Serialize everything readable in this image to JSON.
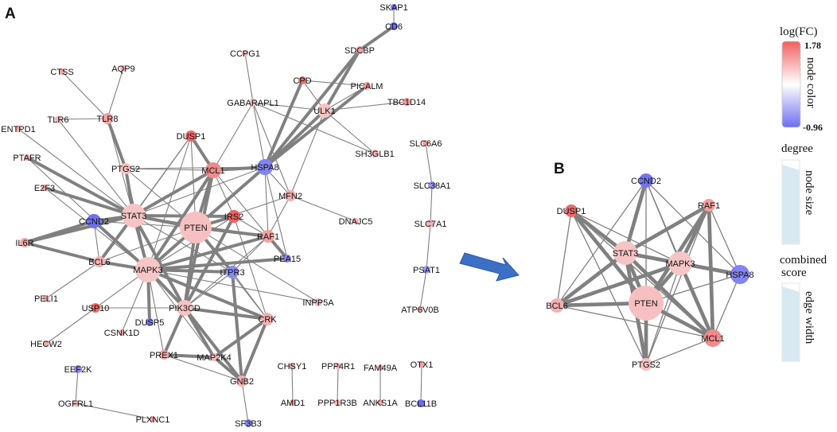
{
  "panels": {
    "a": "A",
    "b": "B"
  },
  "legend": {
    "color_title": "log(FC)",
    "color_max": "1.78",
    "color_min": "-0.96",
    "color_caption": "node color",
    "degree_title": "degree",
    "size_caption": "node size",
    "score_title_line1": "combined",
    "score_title_line2": "score",
    "width_caption": "edge width",
    "colors": {
      "high": "#f06060",
      "mid": "#ffffff",
      "low": "#6d6df2",
      "gradient_fill": "#d9e9f2"
    }
  },
  "network_a": {
    "nodes": [
      {
        "id": "SKAP1",
        "color": "#7b7bf0"
      },
      {
        "id": "CD6",
        "color": "#6b6bf0"
      },
      {
        "id": "SDCBP",
        "color": "#f2a6a6"
      },
      {
        "id": "CCPG1",
        "color": "#f5b8b8"
      },
      {
        "id": "CTSS",
        "color": "#f3a9a9"
      },
      {
        "id": "AQP9",
        "color": "#f3b0b0"
      },
      {
        "id": "CPD",
        "color": "#f07070"
      },
      {
        "id": "PICALM",
        "color": "#f2a0a0"
      },
      {
        "id": "GABARAPL1",
        "color": "#f5c0c0"
      },
      {
        "id": "ULK1",
        "color": "#f7c4c4"
      },
      {
        "id": "TBC1D14",
        "color": "#f29a9a"
      },
      {
        "id": "TLR6",
        "color": "#f4b4b4"
      },
      {
        "id": "TLR8",
        "color": "#f3a3a3"
      },
      {
        "id": "ENTPD1",
        "color": "#f4b0b0"
      },
      {
        "id": "DUSP1",
        "color": "#f06a6a"
      },
      {
        "id": "SLC6A6",
        "color": "#f2a0a0"
      },
      {
        "id": "PTAFR",
        "color": "#f3aaaa"
      },
      {
        "id": "PTGS2",
        "color": "#f6c2c2"
      },
      {
        "id": "MCL1",
        "color": "#f08a8a"
      },
      {
        "id": "HSPA8",
        "color": "#8383f2"
      },
      {
        "id": "SH3GLB1",
        "color": "#f4b8b8"
      },
      {
        "id": "E2F3",
        "color": "#f3a4a4"
      },
      {
        "id": "SLC38A1",
        "color": "#9a9af0"
      },
      {
        "id": "MFN2",
        "color": "#f4b0b0"
      },
      {
        "id": "CCND2",
        "color": "#7070f0"
      },
      {
        "id": "STAT3",
        "color": "#f6c4c4"
      },
      {
        "id": "PTEN",
        "color": "#f7c0c0"
      },
      {
        "id": "IRS2",
        "color": "#f06060"
      },
      {
        "id": "DNAJC5",
        "color": "#f4b2b2"
      },
      {
        "id": "SLC7A1",
        "color": "#f4b4b4"
      },
      {
        "id": "IL6R",
        "color": "#f3a6a6"
      },
      {
        "id": "RAF1",
        "color": "#f2a0a0"
      },
      {
        "id": "BCL6",
        "color": "#f4b0b0"
      },
      {
        "id": "PEA15",
        "color": "#8383f2"
      },
      {
        "id": "MAPK3",
        "color": "#f6c6c6"
      },
      {
        "id": "ITPR3",
        "color": "#8a8af2"
      },
      {
        "id": "PSAT1",
        "color": "#a0a0f0"
      },
      {
        "id": "PELI1",
        "color": "#f3a9a9"
      },
      {
        "id": "USP10",
        "color": "#f06a6a"
      },
      {
        "id": "INPP5A",
        "color": "#f4b6b6"
      },
      {
        "id": "PIK3CD",
        "color": "#f6c2c2"
      },
      {
        "id": "DUSP5",
        "color": "#7b7bf0"
      },
      {
        "id": "ATP6V0B",
        "color": "#f4b6b6"
      },
      {
        "id": "CSNK1D",
        "color": "#f4b4b4"
      },
      {
        "id": "CRK",
        "color": "#f4b0b0"
      },
      {
        "id": "HECW2",
        "color": "#f3acac"
      },
      {
        "id": "PREX1",
        "color": "#f3a6a6"
      },
      {
        "id": "MAP2K4",
        "color": "#f4b2b2"
      },
      {
        "id": "EEF2K",
        "color": "#8c8cf2"
      },
      {
        "id": "CHSY1",
        "color": "#f3aaaa"
      },
      {
        "id": "PPP4R1",
        "color": "#f4b4b4"
      },
      {
        "id": "FAM49A",
        "color": "#f3aaaa"
      },
      {
        "id": "OTX1",
        "color": "#f3a6a6"
      },
      {
        "id": "GNB2",
        "color": "#f4b0b0"
      },
      {
        "id": "OGFRL1",
        "color": "#f4b4b4"
      },
      {
        "id": "AMD1",
        "color": "#f3a8a8"
      },
      {
        "id": "PPP1R3B",
        "color": "#f4b4b4"
      },
      {
        "id": "ANKS1A",
        "color": "#f3a8a8"
      },
      {
        "id": "BCL11B",
        "color": "#6b6bf0"
      },
      {
        "id": "PLXNC1",
        "color": "#f3a6a6"
      },
      {
        "id": "SF3B3",
        "color": "#8a8af2"
      }
    ],
    "edges": [
      [
        "SKAP1",
        "CD6"
      ],
      [
        "CD6",
        "SDCBP"
      ],
      [
        "SDCBP",
        "ULK1"
      ],
      [
        "SDCBP",
        "HSPA8"
      ],
      [
        "CCPG1",
        "GABARAPL1"
      ],
      [
        "CTSS",
        "TLR8"
      ],
      [
        "AQP9",
        "TLR8"
      ],
      [
        "TLR6",
        "TLR8"
      ],
      [
        "TLR8",
        "PTGS2"
      ],
      [
        "TLR8",
        "STAT3"
      ],
      [
        "CPD",
        "PICALM"
      ],
      [
        "CPD",
        "ULK1"
      ],
      [
        "PICALM",
        "ULK1"
      ],
      [
        "PICALM",
        "HSPA8"
      ],
      [
        "ULK1",
        "TBC1D14"
      ],
      [
        "ULK1",
        "HSPA8"
      ],
      [
        "ULK1",
        "SH3GLB1"
      ],
      [
        "ULK1",
        "MFN2"
      ],
      [
        "ULK1",
        "GABARAPL1"
      ],
      [
        "GABARAPL1",
        "HSPA8"
      ],
      [
        "GABARAPL1",
        "MFN2"
      ],
      [
        "GABARAPL1",
        "SH3GLB1"
      ],
      [
        "GABARAPL1",
        "MCL1"
      ],
      [
        "HSPA8",
        "CPD"
      ],
      [
        "HSPA8",
        "MCL1"
      ],
      [
        "HSPA8",
        "PTEN"
      ],
      [
        "HSPA8",
        "STAT3"
      ],
      [
        "HSPA8",
        "MAPK3"
      ],
      [
        "HSPA8",
        "RAF1"
      ],
      [
        "HSPA8",
        "MFN2"
      ],
      [
        "HSPA8",
        "PEA15"
      ],
      [
        "MFN2",
        "DNAJC5"
      ],
      [
        "MFN2",
        "RAF1"
      ],
      [
        "MFN2",
        "PTEN"
      ],
      [
        "SLC6A6",
        "SLC38A1"
      ],
      [
        "SLC38A1",
        "SLC7A1"
      ],
      [
        "SLC7A1",
        "PSAT1"
      ],
      [
        "PSAT1",
        "ATP6V0B"
      ],
      [
        "ENTPD1",
        "STAT3"
      ],
      [
        "TLR6",
        "STAT3"
      ],
      [
        "PTAFR",
        "STAT3"
      ],
      [
        "PTAFR",
        "MAPK3"
      ],
      [
        "E2F3",
        "STAT3"
      ],
      [
        "E2F3",
        "MAPK3"
      ],
      [
        "IL6R",
        "STAT3"
      ],
      [
        "IL6R",
        "CCND2"
      ],
      [
        "DUSP1",
        "MCL1"
      ],
      [
        "DUSP1",
        "STAT3"
      ],
      [
        "DUSP1",
        "PTEN"
      ],
      [
        "DUSP1",
        "MAPK3"
      ],
      [
        "DUSP1",
        "BCL6"
      ],
      [
        "PTGS2",
        "MCL1"
      ],
      [
        "PTGS2",
        "STAT3"
      ],
      [
        "PTGS2",
        "PTEN"
      ],
      [
        "PTGS2",
        "MAPK3"
      ],
      [
        "PTGS2",
        "HSPA8"
      ],
      [
        "MCL1",
        "STAT3"
      ],
      [
        "MCL1",
        "PTEN"
      ],
      [
        "MCL1",
        "MAPK3"
      ],
      [
        "MCL1",
        "RAF1"
      ],
      [
        "MCL1",
        "PIK3CD"
      ],
      [
        "MCL1",
        "IRS2"
      ],
      [
        "CCND2",
        "STAT3"
      ],
      [
        "CCND2",
        "MAPK3"
      ],
      [
        "CCND2",
        "PTEN"
      ],
      [
        "CCND2",
        "BCL6"
      ],
      [
        "STAT3",
        "PTEN"
      ],
      [
        "STAT3",
        "MAPK3"
      ],
      [
        "STAT3",
        "BCL6"
      ],
      [
        "STAT3",
        "PIK3CD"
      ],
      [
        "STAT3",
        "IRS2"
      ],
      [
        "STAT3",
        "RAF1"
      ],
      [
        "STAT3",
        "IL6R"
      ],
      [
        "STAT3",
        "ITPR3"
      ],
      [
        "PTEN",
        "MAPK3"
      ],
      [
        "PTEN",
        "IRS2"
      ],
      [
        "PTEN",
        "PIK3CD"
      ],
      [
        "PTEN",
        "RAF1"
      ],
      [
        "PTEN",
        "ITPR3"
      ],
      [
        "PTEN",
        "BCL6"
      ],
      [
        "PTEN",
        "CRK"
      ],
      [
        "PTEN",
        "INPP5A"
      ],
      [
        "IRS2",
        "PIK3CD"
      ],
      [
        "IRS2",
        "MAPK3"
      ],
      [
        "IRS2",
        "RAF1"
      ],
      [
        "IRS2",
        "CRK"
      ],
      [
        "RAF1",
        "MAPK3"
      ],
      [
        "RAF1",
        "PEA15"
      ],
      [
        "RAF1",
        "ITPR3"
      ],
      [
        "RAF1",
        "PIK3CD"
      ],
      [
        "MAPK3",
        "BCL6"
      ],
      [
        "MAPK3",
        "PIK3CD"
      ],
      [
        "MAPK3",
        "ITPR3"
      ],
      [
        "MAPK3",
        "PEA15"
      ],
      [
        "MAPK3",
        "DUSP5"
      ],
      [
        "MAPK3",
        "USP10"
      ],
      [
        "MAPK3",
        "CSNK1D"
      ],
      [
        "MAPK3",
        "CRK"
      ],
      [
        "MAPK3",
        "INPP5A"
      ],
      [
        "MAPK3",
        "MAP2K4"
      ],
      [
        "MAPK3",
        "PREX1"
      ],
      [
        "BCL6",
        "PELI1"
      ],
      [
        "BCL6",
        "IL6R"
      ],
      [
        "USP10",
        "HECW2"
      ],
      [
        "USP10",
        "PIK3CD"
      ],
      [
        "PIK3CD",
        "CRK"
      ],
      [
        "PIK3CD",
        "PREX1"
      ],
      [
        "PIK3CD",
        "MAP2K4"
      ],
      [
        "PIK3CD",
        "GNB2"
      ],
      [
        "PIK3CD",
        "ITPR3"
      ],
      [
        "ITPR3",
        "CRK"
      ],
      [
        "ITPR3",
        "GNB2"
      ],
      [
        "CRK",
        "MAP2K4"
      ],
      [
        "CRK",
        "GNB2"
      ],
      [
        "MAP2K4",
        "GNB2"
      ],
      [
        "PREX1",
        "GNB2"
      ],
      [
        "PREX1",
        "MAP2K4"
      ],
      [
        "GNB2",
        "SF3B3"
      ],
      [
        "EEF2K",
        "OGFRL1"
      ],
      [
        "OGFRL1",
        "PLXNC1"
      ],
      [
        "CHSY1",
        "AMD1"
      ],
      [
        "PPP4R1",
        "PPP1R3B"
      ],
      [
        "FAM49A",
        "ANKS1A"
      ],
      [
        "OTX1",
        "BCL11B"
      ]
    ]
  },
  "network_b": {
    "nodes": [
      {
        "id": "CCND2",
        "color": "#7575f0"
      },
      {
        "id": "DUSP1",
        "color": "#f06868"
      },
      {
        "id": "RAF1",
        "color": "#f29e9e"
      },
      {
        "id": "STAT3",
        "color": "#f6c4c4"
      },
      {
        "id": "MAPK3",
        "color": "#f6c6c6"
      },
      {
        "id": "HSPA8",
        "color": "#8383f2"
      },
      {
        "id": "PTEN",
        "color": "#f7c0c0"
      },
      {
        "id": "BCL6",
        "color": "#f4b0b0"
      },
      {
        "id": "MCL1",
        "color": "#f08a8a"
      },
      {
        "id": "PTGS2",
        "color": "#f6c2c2"
      }
    ],
    "edges": [
      [
        "CCND2",
        "STAT3"
      ],
      [
        "CCND2",
        "MAPK3"
      ],
      [
        "CCND2",
        "PTEN"
      ],
      [
        "CCND2",
        "MCL1"
      ],
      [
        "CCND2",
        "HSPA8"
      ],
      [
        "CCND2",
        "BCL6"
      ],
      [
        "DUSP1",
        "STAT3"
      ],
      [
        "DUSP1",
        "PTEN"
      ],
      [
        "DUSP1",
        "MCL1"
      ],
      [
        "DUSP1",
        "PTGS2"
      ],
      [
        "DUSP1",
        "BCL6"
      ],
      [
        "DUSP1",
        "MAPK3"
      ],
      [
        "RAF1",
        "MAPK3"
      ],
      [
        "RAF1",
        "PTEN"
      ],
      [
        "RAF1",
        "STAT3"
      ],
      [
        "RAF1",
        "HSPA8"
      ],
      [
        "RAF1",
        "MCL1"
      ],
      [
        "RAF1",
        "PTGS2"
      ],
      [
        "STAT3",
        "MAPK3"
      ],
      [
        "STAT3",
        "PTEN"
      ],
      [
        "STAT3",
        "BCL6"
      ],
      [
        "STAT3",
        "PTGS2"
      ],
      [
        "STAT3",
        "MCL1"
      ],
      [
        "STAT3",
        "HSPA8"
      ],
      [
        "MAPK3",
        "PTEN"
      ],
      [
        "MAPK3",
        "HSPA8"
      ],
      [
        "MAPK3",
        "MCL1"
      ],
      [
        "MAPK3",
        "PTGS2"
      ],
      [
        "MAPK3",
        "BCL6"
      ],
      [
        "PTEN",
        "BCL6"
      ],
      [
        "PTEN",
        "MCL1"
      ],
      [
        "PTEN",
        "PTGS2"
      ],
      [
        "PTEN",
        "HSPA8"
      ],
      [
        "BCL6",
        "MCL1"
      ],
      [
        "PTGS2",
        "MCL1"
      ],
      [
        "HSPA8",
        "MCL1"
      ]
    ]
  }
}
